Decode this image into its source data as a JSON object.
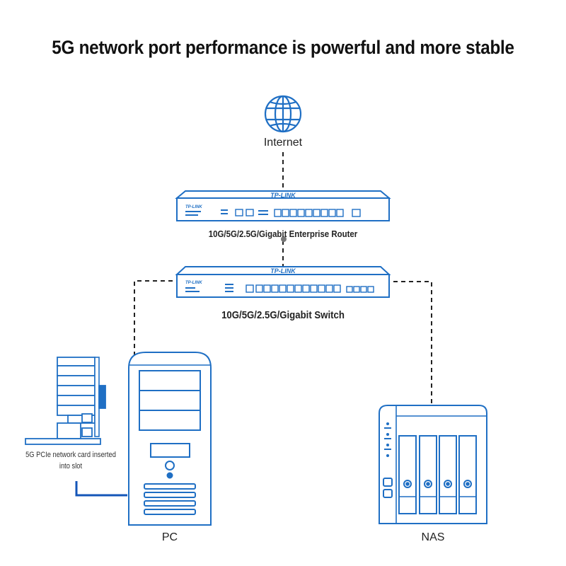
{
  "title": "5G network port performance is powerful and more stable",
  "nodes": {
    "internet": {
      "label": "Internet",
      "icon": "globe-icon"
    },
    "router": {
      "label": "10G/5G/2.5G/Gigabit Enterprise Router",
      "brand": "TP-LINK",
      "badge": "TP-LINK"
    },
    "switch": {
      "label": "10G/5G/2.5G/Gigabit Switch",
      "brand": "TP-LINK",
      "badge": "TP-LINK"
    },
    "network_card": {
      "label": "5G PCIe network card inserted into slot"
    },
    "pc": {
      "label": "PC"
    },
    "nas": {
      "label": "NAS"
    }
  },
  "colors": {
    "device_blue": "#1f6fc4",
    "link_line": "#222222",
    "card_line": "#1456b8"
  }
}
